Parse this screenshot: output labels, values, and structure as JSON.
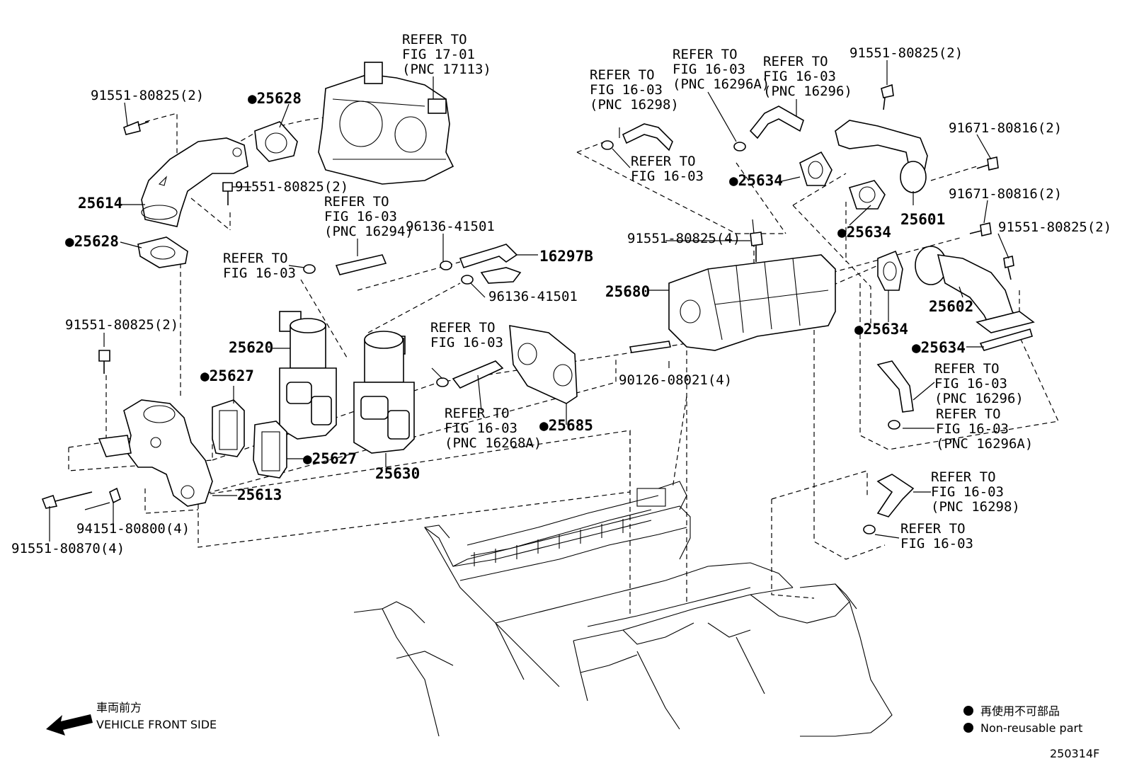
{
  "diagram_id": "250314F",
  "legend": {
    "jp": "再使用不可部品",
    "en": "Non-reusable part"
  },
  "front": {
    "jp": "車両前方",
    "en": "VEHICLE FRONT SIDE"
  },
  "bullet": "●",
  "parts": {
    "p25628a": "25628",
    "p25628b": "25628",
    "p25614": "25614",
    "p25613": "25613",
    "p25620": "25620",
    "p25627a": "25627",
    "p25627b": "25627",
    "p25630": "25630",
    "p16297b": "16297B",
    "p25685": "25685",
    "p25680": "25680",
    "p25634a": "25634",
    "p25634b": "25634",
    "p25634c": "25634",
    "p25634d": "25634",
    "p25601": "25601",
    "p25602": "25602"
  },
  "bolts": {
    "b1": "91551-80825(2)",
    "b2": "91551-80825(2)",
    "b3": "91551-80825(2)",
    "b4": "91551-80825(2)",
    "b5": "91551-80825(4)",
    "b6": "91551-80825(2)",
    "b7": "91671-80816(2)",
    "b8": "91671-80816(2)",
    "b9": "91551-80870(4)",
    "b10": "94151-80800(4)",
    "b11": "90126-08021(4)",
    "c1": "96136-41501",
    "c2": "96136-41501"
  },
  "refs": {
    "r1": [
      "REFER TO",
      "FIG 17-01",
      "(PNC 17113)"
    ],
    "r2": [
      "REFER TO",
      "FIG 16-03",
      "(PNC 16298)"
    ],
    "r3": [
      "REFER TO",
      "FIG 16-03"
    ],
    "r4": [
      "REFER TO",
      "FIG 16-03",
      "(PNC 16296A)"
    ],
    "r5": [
      "REFER TO",
      "FIG 16-03",
      "(PNC 16296)"
    ],
    "r6": [
      "REFER TO",
      "FIG 16-03",
      "(PNC 16294)"
    ],
    "r7": [
      "REFER TO",
      "FIG 16-03"
    ],
    "r8": [
      "REFER TO",
      "FIG 16-03"
    ],
    "r9": [
      "REFER TO",
      "FIG 16-03",
      "(PNC 16268A)"
    ],
    "r10": [
      "REFER TO",
      "FIG 16-03",
      "(PNC 16296)"
    ],
    "r11": [
      "REFER TO",
      "FIG 16-03",
      "(PNC 16296A)"
    ],
    "r12": [
      "REFER TO",
      "FIG 16-03",
      "(PNC 16298)"
    ],
    "r13": [
      "REFER TO",
      "FIG 16-03"
    ]
  }
}
